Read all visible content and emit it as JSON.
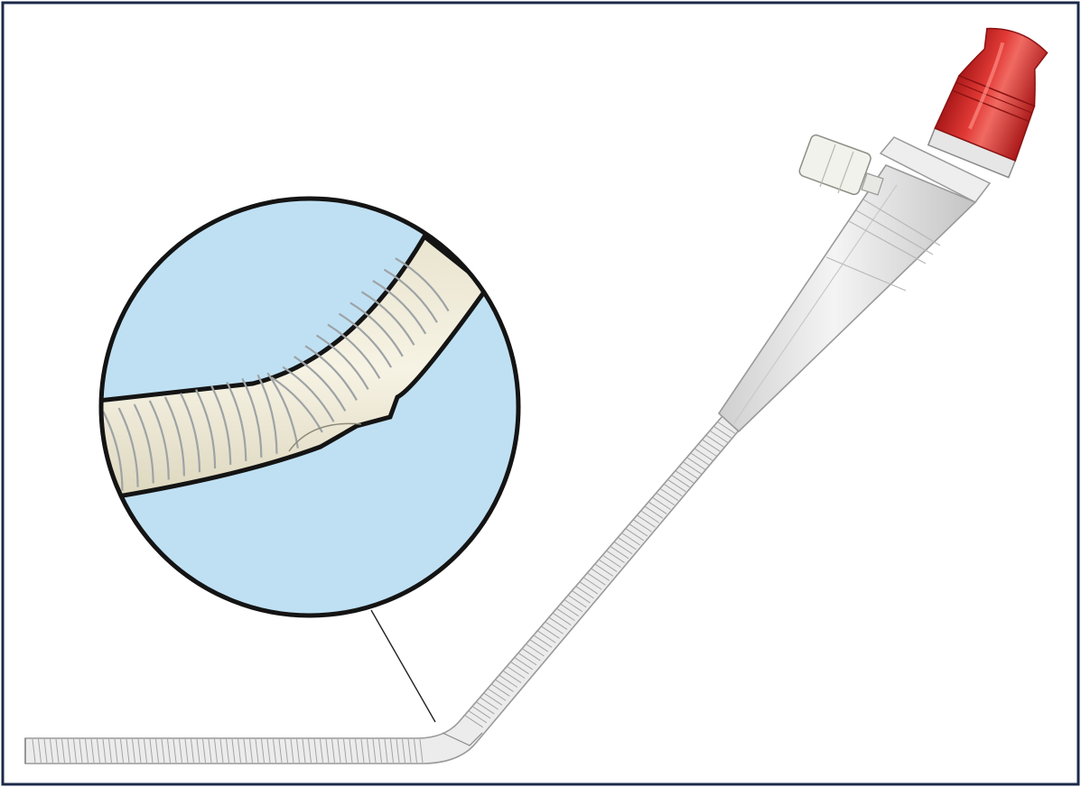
{
  "figure": {
    "frame_color": "#1c2a4a",
    "background_color": "#ffffff",
    "magnifier_fill": "#bfe0f3",
    "tube_fill": "#ececec",
    "tube_edge": "#9a9a9a",
    "coil_color": "#a3a3a3",
    "cap_color": "#d42a27",
    "cap_dark": "#a81818",
    "connector_color": "#f2f2ec",
    "parts": [
      {
        "name": "red-end-cap",
        "icon": "red-cap"
      },
      {
        "name": "side-luer-connector",
        "icon": "luer-cap"
      },
      {
        "name": "tapered-hub",
        "icon": "hub"
      },
      {
        "name": "wire-reinforced-shaft",
        "icon": "coil-tube"
      },
      {
        "name": "angled-distal-tip",
        "icon": "tip"
      },
      {
        "name": "magnified-inset",
        "icon": "magnifier"
      }
    ]
  }
}
